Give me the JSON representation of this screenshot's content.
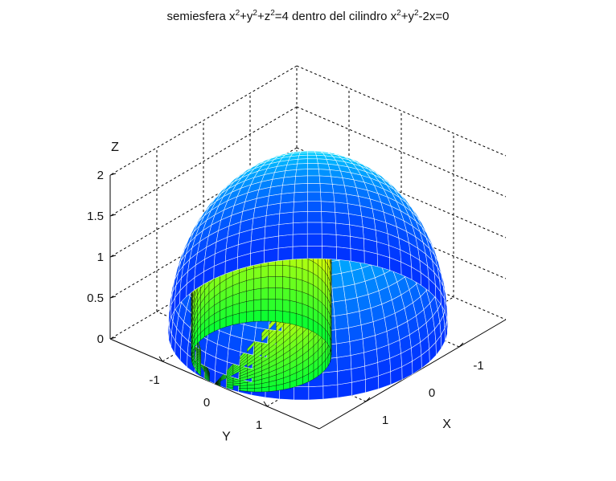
{
  "chart_data": {
    "type": "surface",
    "title_parts": {
      "p1": "semiesfera x",
      "e1": "2",
      "p2": "+y",
      "e2": "2",
      "p3": "+z",
      "e3": "2",
      "p4": "=4 dentro del cilindro x",
      "e4": "2",
      "p5": "+y",
      "e5": "2",
      "p6": "-2x=0"
    },
    "xlabel": "X",
    "ylabel": "Y",
    "zlabel": "Z",
    "xticks": [
      "-1",
      "0",
      "1"
    ],
    "yticks": [
      "-1",
      "0",
      "1"
    ],
    "zticks": [
      "0",
      "0.5",
      "1",
      "1.5",
      "2"
    ],
    "xlim": [
      -2,
      2
    ],
    "ylim": [
      -2,
      2
    ],
    "zlim": [
      0,
      2
    ],
    "grid": true,
    "series": [
      {
        "surface": "hemisphere",
        "equation": "x^2+y^2+z^2=4, z>=0",
        "radius": 2,
        "colors": [
          "#00ffff",
          "#0033ff"
        ],
        "edge_color": "#ffffff"
      },
      {
        "surface": "cylinder",
        "equation": "x^2+y^2-2x=0",
        "center": [
          1,
          0
        ],
        "radius": 1,
        "colors": [
          "#ffff00",
          "#00ff33"
        ],
        "edge_color": "#000000"
      }
    ]
  }
}
